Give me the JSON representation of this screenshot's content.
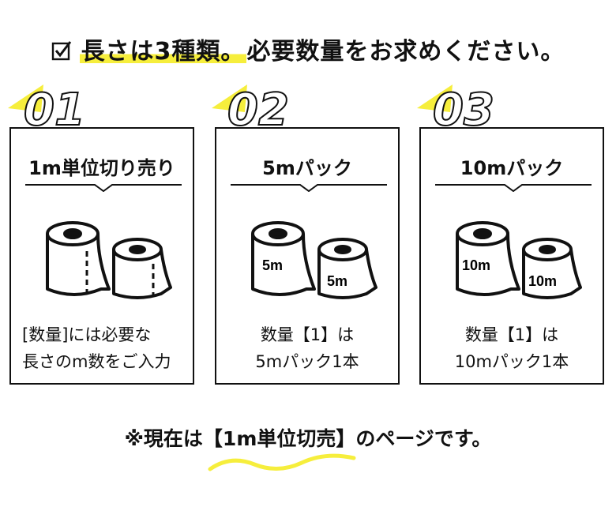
{
  "headline": {
    "prefix_highlight": "長さは3種類。",
    "rest": "必要数量をお求めください。"
  },
  "cards": [
    {
      "number": "01",
      "title": "1m単位切り売り",
      "desc_line1": "[数量]には必要な",
      "desc_line2": "長さのm数をご入力"
    },
    {
      "number": "02",
      "title": "5mパック",
      "roll_big_label": "5m",
      "roll_small_label": "5m",
      "desc_line1": "数量【1】は",
      "desc_line2": "5mパック1本"
    },
    {
      "number": "03",
      "title": "10mパック",
      "roll_big_label": "10m",
      "roll_small_label": "10m",
      "desc_line1": "数量【1】は",
      "desc_line2": "10mパック1本"
    }
  ],
  "footer": {
    "prefix": "※現在は",
    "emphasis": "【1m単位切売】",
    "suffix": "のページです。"
  },
  "colors": {
    "accent_yellow": "#f6ee3c",
    "ink": "#111111"
  }
}
